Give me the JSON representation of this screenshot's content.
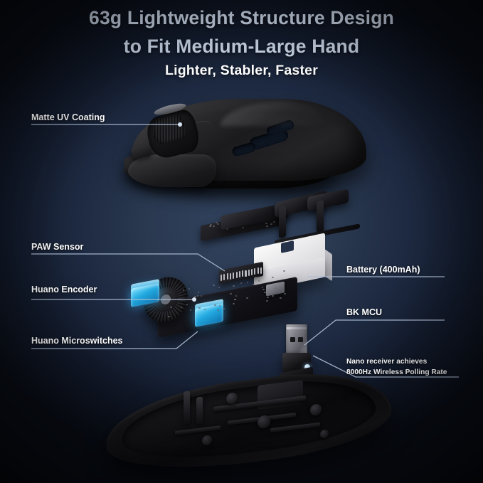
{
  "headline": {
    "line1": "63g Lightweight Structure Design",
    "line2": "to Fit Medium-Large Hand",
    "subtitle": "Lighter, Stabler, Faster"
  },
  "callouts": {
    "matte_uv_coating": "Matte UV Coating",
    "paw_sensor": "PAW Sensor",
    "huano_encoder": "Huano Encoder",
    "huano_microswitches": "Huano Microswitches",
    "battery": "Battery (400mAh)",
    "bk_mcu": "BK MCU",
    "nano_receiver_line1": "Nano receiver achieves",
    "nano_receiver_line2": "8000Hz Wireless Polling Rate"
  },
  "colors": {
    "background_center": "#32435f",
    "background_edge": "#090d16",
    "headline": "#ccd8ea",
    "subtitle": "#ffffff",
    "leader_line": "#aebfd6",
    "switch_blue": "#22a9e0",
    "battery_white": "#e9e9ec",
    "shell_black": "#1b1b1e"
  },
  "parts": {
    "top_shell": "mouse-top-shell",
    "middle_frame": "mouse-middle-frame",
    "battery_pack": "battery-pack",
    "pcb_assembly": "pcb-assembly",
    "scroll_encoder": "scroll-wheel-encoder",
    "microswitch_left": "huano-microswitch-left",
    "microswitch_right": "huano-microswitch-right",
    "optical_sensor": "paw-optical-sensor",
    "usb_receiver": "usb-nano-receiver",
    "bottom_shell": "mouse-bottom-shell"
  }
}
